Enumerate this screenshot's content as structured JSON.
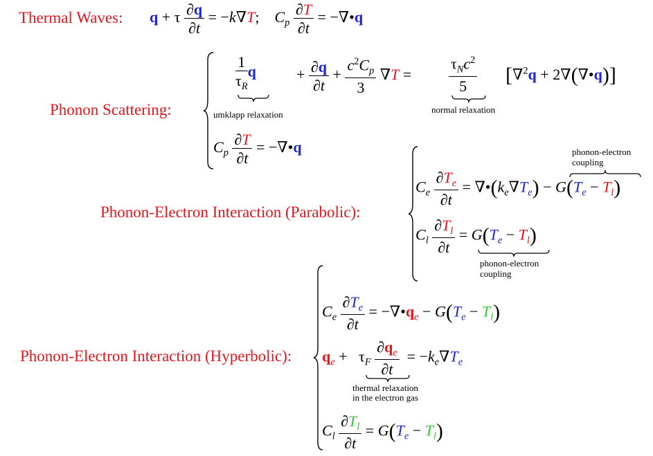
{
  "sections": {
    "thermal_waves": {
      "label": "Thermal Waves:"
    },
    "phonon_scattering": {
      "label": "Phonon Scattering:",
      "umklapp_note": "umklapp relaxation",
      "normal_note": "normal relaxation"
    },
    "parabolic": {
      "label": "Phonon-Electron Interaction (Parabolic):",
      "coupling_note_top_1": "phonon-electron",
      "coupling_note_top_2": "coupling",
      "coupling_note_bottom_1": "phonon-electron",
      "coupling_note_bottom_2": "coupling"
    },
    "hyperbolic": {
      "label": "Phonon-Electron Interaction (Hyperbolic):",
      "thermal_note_1": "thermal relaxation",
      "thermal_note_2": "in the electron gas"
    }
  },
  "colors": {
    "label": "#e8141b",
    "vector": "#1b23d6",
    "lattice": "#2ec82e"
  }
}
